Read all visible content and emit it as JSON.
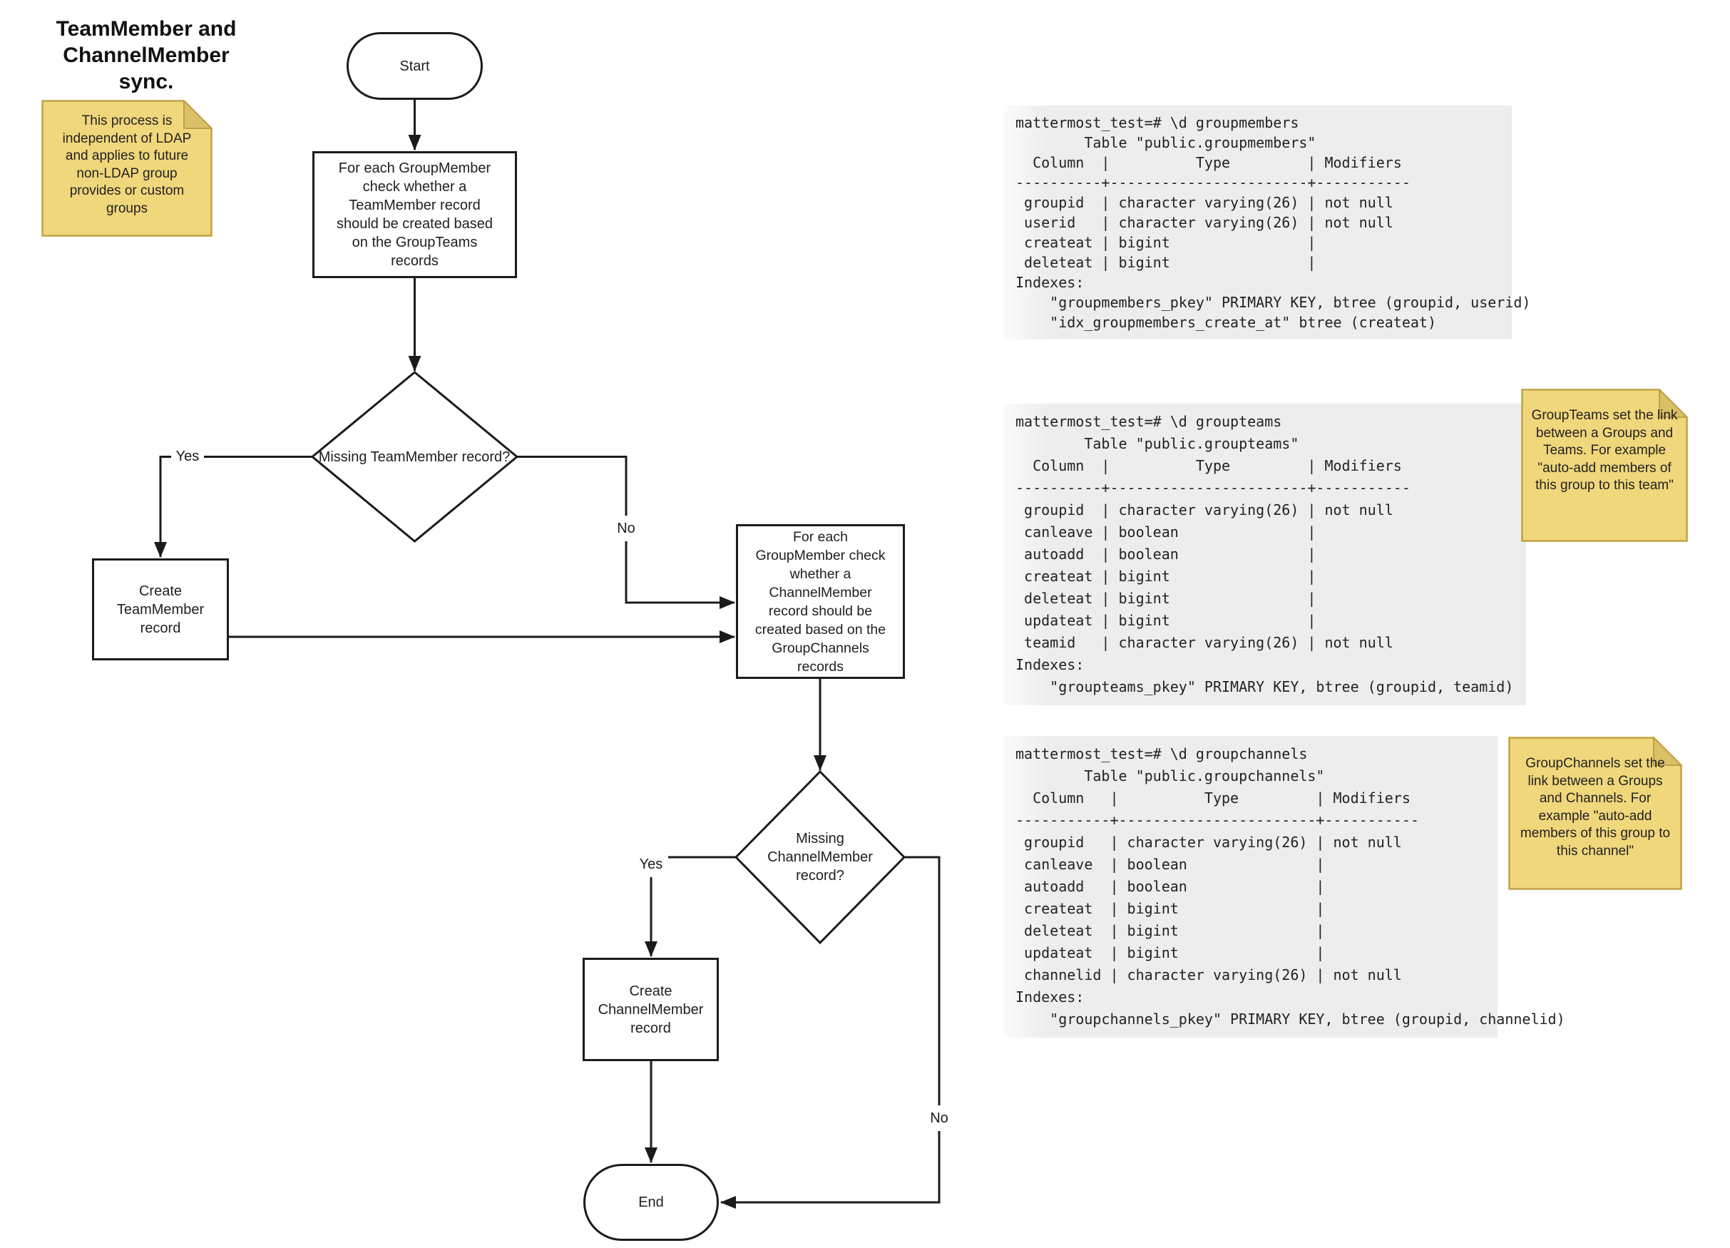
{
  "title": "TeamMember and\nChannelMember sync.",
  "flowchart": {
    "start": "Start",
    "check_team": "For each GroupMember check whether a TeamMember record should be created based on the GroupTeams records",
    "missing_team": "Missing TeamMember record?",
    "create_team": "Create TeamMember record",
    "check_channel": "For each GroupMember check whether a ChannelMember record should be created based on the GroupChannels records",
    "missing_channel": "Missing ChannelMember record?",
    "create_channel": "Create ChannelMember record",
    "end": "End",
    "yes_team": "Yes",
    "no_team": "No",
    "yes_channel": "Yes",
    "no_channel": "No"
  },
  "notes": {
    "ldap": "This process is independent of LDAP and applies to future non-LDAP group provides or custom groups",
    "groupteams": "GroupTeams set the link between a Groups and Teams. For example \"auto-add members of this group to this team\"",
    "groupchannels": "GroupChannels set the link between a Groups and Channels. For example \"auto-add members of this group to this channel\""
  },
  "psql": {
    "groupmembers": {
      "lines": [
        "mattermost_test=# \\d groupmembers",
        "        Table \"public.groupmembers\"",
        "  Column  |          Type         | Modifiers",
        "----------+-----------------------+-----------",
        " groupid  | character varying(26) | not null",
        " userid   | character varying(26) | not null",
        " createat | bigint                |",
        " deleteat | bigint                |",
        "Indexes:",
        "    \"groupmembers_pkey\" PRIMARY KEY, btree (groupid, userid)",
        "    \"idx_groupmembers_create_at\" btree (createat)"
      ]
    },
    "groupteams": {
      "lines": [
        "mattermost_test=# \\d groupteams",
        "        Table \"public.groupteams\"",
        "  Column  |          Type         | Modifiers",
        "----------+-----------------------+-----------",
        " groupid  | character varying(26) | not null",
        " canleave | boolean               |",
        " autoadd  | boolean               |",
        " createat | bigint                |",
        " deleteat | bigint                |",
        " updateat | bigint                |",
        " teamid   | character varying(26) | not null",
        "Indexes:",
        "    \"groupteams_pkey\" PRIMARY KEY, btree (groupid, teamid)"
      ]
    },
    "groupchannels": {
      "lines": [
        "mattermost_test=# \\d groupchannels",
        "        Table \"public.groupchannels\"",
        "  Column   |          Type         | Modifiers",
        "-----------+-----------------------+-----------",
        " groupid   | character varying(26) | not null",
        " canleave  | boolean               |",
        " autoadd   | boolean               |",
        " createat  | bigint                |",
        " deleteat  | bigint                |",
        " updateat  | bigint                |",
        " channelid | character varying(26) | not null",
        "Indexes:",
        "    \"groupchannels_pkey\" PRIMARY KEY, btree (groupid, channelid)"
      ]
    }
  },
  "colors": {
    "line": "#1B1B1B",
    "note_fill": "#F0D77B",
    "note_border": "#C2A145",
    "note_fold": "#DCC067",
    "code_bg": "#EDEDED"
  }
}
